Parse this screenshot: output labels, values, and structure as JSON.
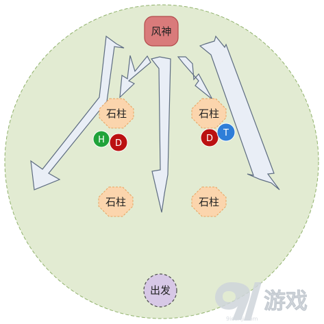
{
  "colors": {
    "arena_fill": "#e2ebd2",
    "arena_stroke": "#8fb16a",
    "boss_fill": "#d97b7b",
    "boss_stroke": "#b24b4b",
    "pillar_fill": "#fbd5ad",
    "pillar_stroke": "#e8a35f",
    "arrow_fill": "#e9eef6",
    "arrow_stroke": "#5c6b80",
    "start_fill": "#d7c8e6",
    "start_stroke": "#4a4a4a",
    "healer": "#20a33a",
    "dps": "#bb1111",
    "tank": "#2f7ed8",
    "watermark": "#cfd5db"
  },
  "boss": {
    "label": "风神"
  },
  "pillars": [
    {
      "id": "top-left",
      "label": "石柱"
    },
    {
      "id": "top-right",
      "label": "石柱"
    },
    {
      "id": "bottom-left",
      "label": "石柱"
    },
    {
      "id": "bottom-right",
      "label": "石柱"
    }
  ],
  "start": {
    "label": "出发"
  },
  "players": {
    "healer": "H",
    "dps_left": "D",
    "dps_right": "D",
    "tank": "T"
  },
  "watermark": {
    "text": "游戏",
    "site": "9idanji.com"
  }
}
